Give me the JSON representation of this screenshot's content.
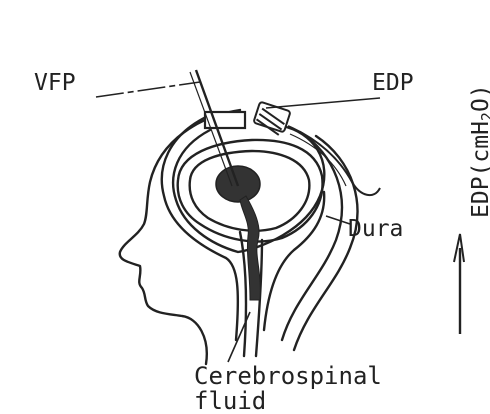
{
  "labels": {
    "vfp": "VFP",
    "edp": "EDP",
    "dura": "Dura",
    "csf_line1": "Cerebrospinal",
    "csf_line2": "fluid",
    "axis_prefix": "EDP(cmH",
    "axis_sub": "2",
    "axis_suffix": "O)"
  },
  "colors": {
    "ink": "#222222",
    "fill_dark": "#333333",
    "background": "#ffffff"
  }
}
